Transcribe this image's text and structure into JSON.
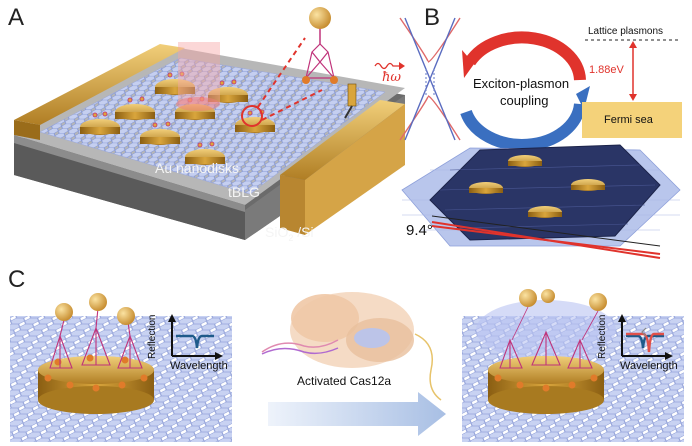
{
  "panels": {
    "a": {
      "letter": "A",
      "label_nanodisks": "Au nanodisks",
      "label_tblg": "tBLG",
      "label_substrate": "SiO2 /Si",
      "label_substrate_main": "SiO",
      "label_substrate_sub": "2",
      "label_substrate_tail": " /Si"
    },
    "b": {
      "letter": "B",
      "lattice_plasmons": "Lattice plasmons",
      "energy": "1.88eV",
      "coupling_line1": "Exciton-plasmon",
      "coupling_line2": "coupling",
      "fermi_sea": "Fermi sea",
      "photon": "ħω",
      "twist_angle": "9.4°"
    },
    "c": {
      "letter": "C",
      "y_label": "Reflection",
      "x_label": "Wavelength",
      "enzyme": "Activated Cas12a"
    }
  },
  "colors": {
    "gold": "#d9a53c",
    "graphene_light": "#b9c6ec",
    "graphene_dark": "#2a3566",
    "coupling_red": "#e0332c",
    "coupling_blue": "#3a6fc0",
    "fermi_fill": "#f4d27a",
    "dna_magenta": "#c0337a",
    "spectrum_blue": "#1e5a8a",
    "spectrum_red": "#e0504a"
  }
}
